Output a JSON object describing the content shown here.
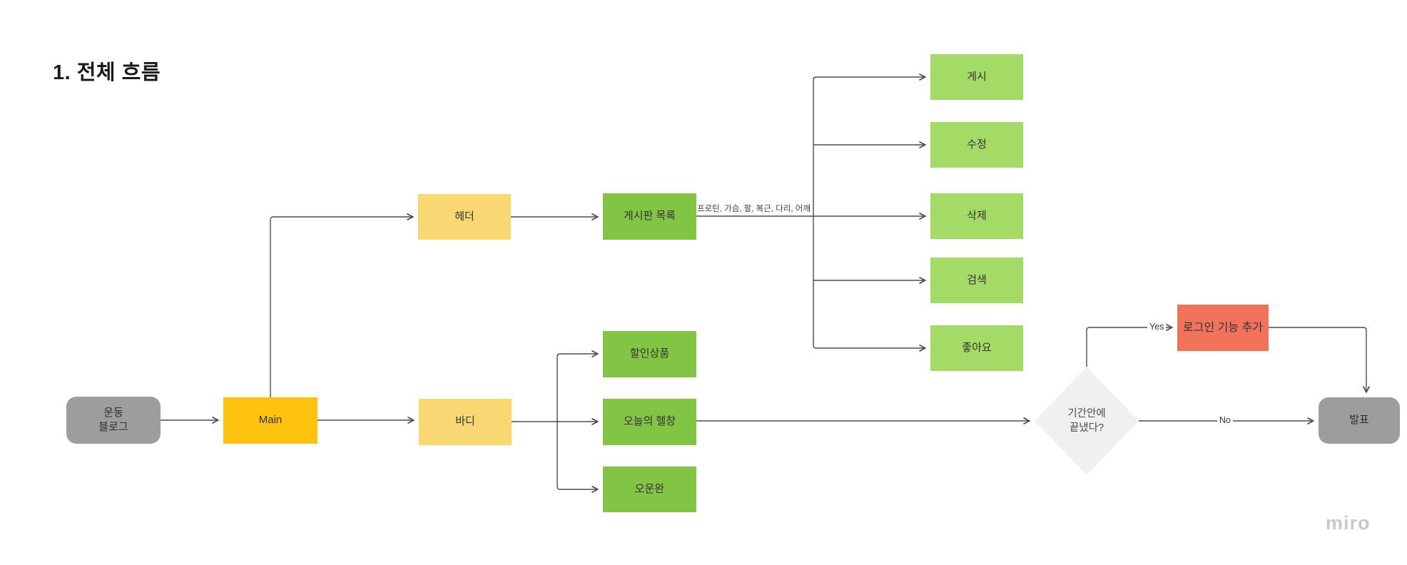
{
  "title": "1. 전체 흐름",
  "watermark": "miro",
  "nodes": {
    "start": {
      "label": "운동\n블로그"
    },
    "main": {
      "label": "Main"
    },
    "header": {
      "label": "헤더"
    },
    "body": {
      "label": "바디"
    },
    "board_list": {
      "label": "게시판 목록"
    },
    "post": {
      "label": "게시"
    },
    "edit": {
      "label": "수정"
    },
    "delete": {
      "label": "삭제"
    },
    "search": {
      "label": "검색"
    },
    "like": {
      "label": "좋아요"
    },
    "sale_items": {
      "label": "할인상품"
    },
    "today_lifter": {
      "label": "오늘의 헬창"
    },
    "workout_done": {
      "label": "오운완"
    },
    "deadline_decision": {
      "label": "기간안에\n끝냈다?"
    },
    "add_login": {
      "label": "로그인 기능 추가"
    },
    "presentation": {
      "label": "발표"
    }
  },
  "edge_labels": {
    "yes": "Yes",
    "no": "No",
    "board_note": "프로틴, 가슴, 팔, 복근, 다리, 어깨"
  },
  "colors": {
    "main_yellow": "#FFC20E",
    "light_yellow": "#F9D873",
    "green": "#82C544",
    "light_green": "#A4DA66",
    "gray": "#9D9D9D",
    "red": "#F1735C",
    "diamond_fill": "#F0F0F0",
    "connector": "#4D4D4D",
    "watermark": "#C8C7D6"
  }
}
